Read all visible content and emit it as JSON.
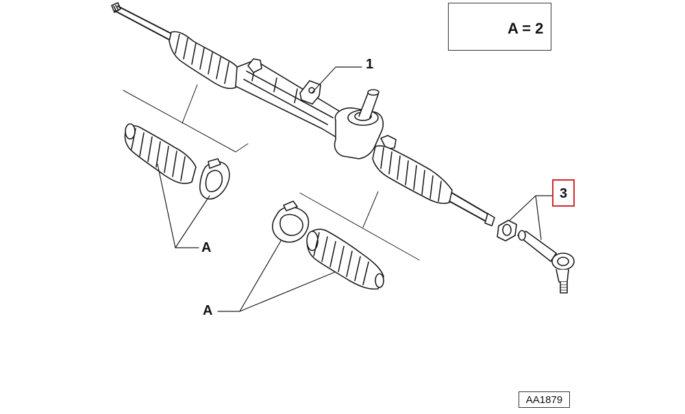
{
  "callouts": {
    "part_1": "1",
    "part_3": "3",
    "group_a_upper": "A",
    "group_a_lower": "A"
  },
  "quantity_note": "A = 2",
  "drawing_code": "AA1879",
  "colors": {
    "line": "#1a1a1a",
    "highlight_frame": "#d0272f",
    "background": "#ffffff"
  }
}
